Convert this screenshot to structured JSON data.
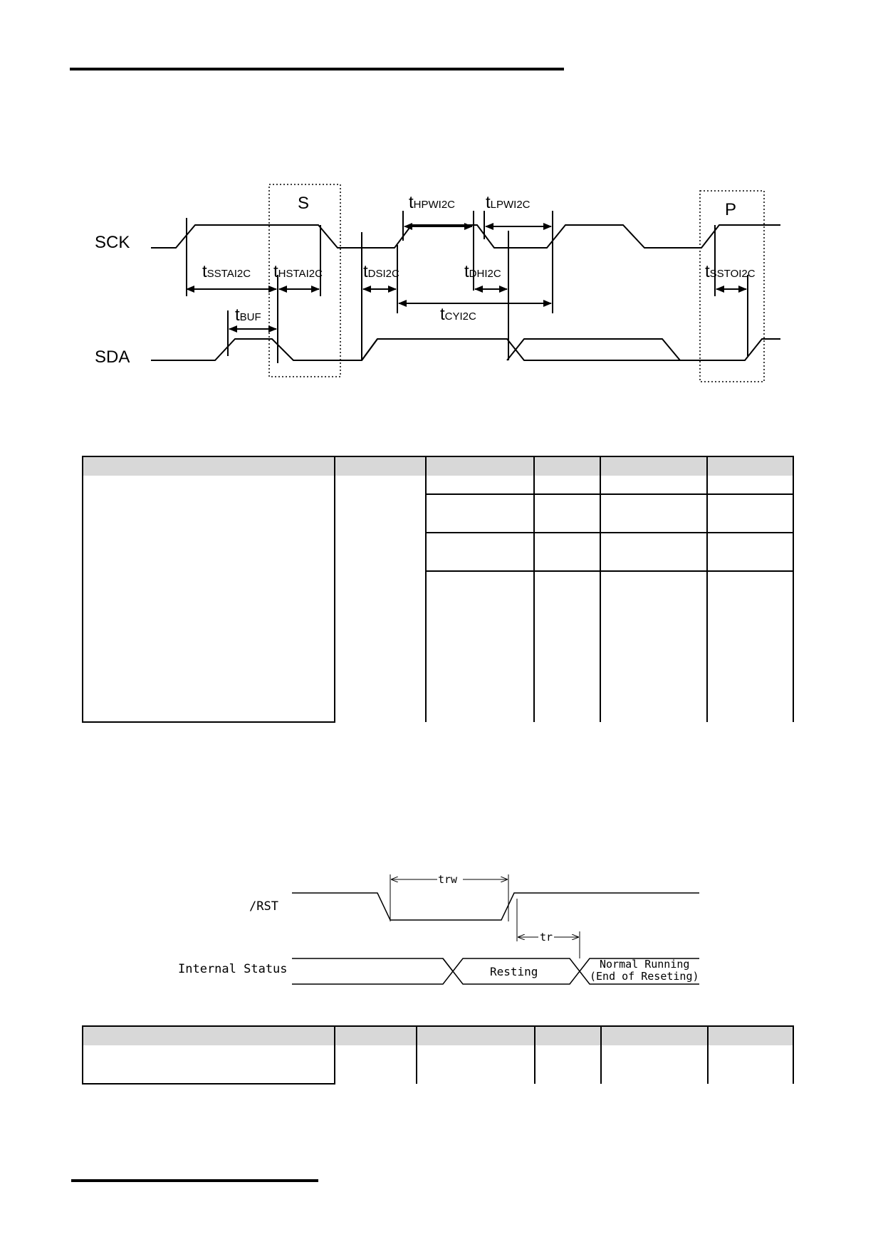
{
  "i2c_timing": {
    "signals": {
      "sck": "SCK",
      "sda": "SDA"
    },
    "conditions": {
      "start": "S",
      "stop": "P"
    },
    "params": [
      {
        "id": "hpw",
        "base": "t",
        "sub": "HPWI2C"
      },
      {
        "id": "lpw",
        "base": "t",
        "sub": "LPWI2C"
      },
      {
        "id": "ssta",
        "base": "t",
        "sub": "SSTAI2C"
      },
      {
        "id": "hsta",
        "base": "t",
        "sub": "HSTAI2C"
      },
      {
        "id": "ds",
        "base": "t",
        "sub": "DSI2C"
      },
      {
        "id": "dh",
        "base": "t",
        "sub": "DHI2C"
      },
      {
        "id": "ssto",
        "base": "t",
        "sub": "SSTOI2C"
      },
      {
        "id": "cy",
        "base": "t",
        "sub": "CYI2C"
      },
      {
        "id": "buf",
        "base": "t",
        "sub": "BUF"
      }
    ]
  },
  "reset_timing": {
    "signals": {
      "rst": "/RST",
      "status": "Internal Status"
    },
    "labels": {
      "trw": "trw",
      "tr": "tr",
      "resting": "Resting",
      "normal_1": "Normal Running",
      "normal_2": "(End of Reseting)"
    }
  }
}
